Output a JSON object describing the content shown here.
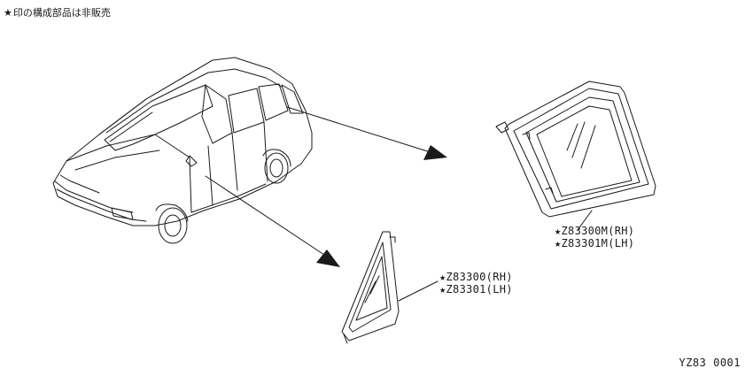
{
  "note": {
    "star": "★",
    "text": "印の構成部品は非販売"
  },
  "parts": [
    {
      "name": "rear-quarter-window",
      "labels": [
        "★Z83300M(RH)",
        "★Z83301M(LH)"
      ]
    },
    {
      "name": "front-vent-window",
      "labels": [
        "★Z83300(RH)",
        "★Z83301(LH)"
      ]
    }
  ],
  "diagram_id": "YZ83  0001",
  "colors": {
    "line": "#1a1a1a",
    "background": "#ffffff"
  }
}
